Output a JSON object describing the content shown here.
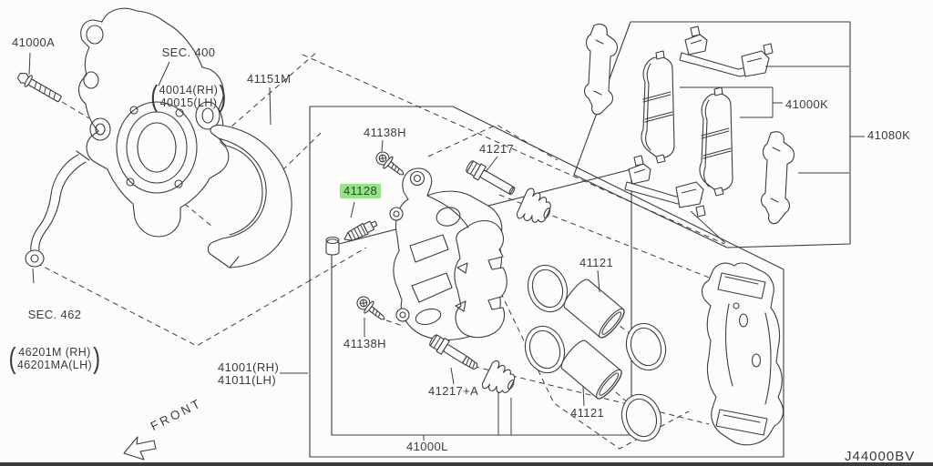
{
  "diagram": {
    "code": "J44000BV",
    "colors": {
      "line": "#3d3d3d",
      "background": "#fcfcfb",
      "highlight": "#8de87d"
    }
  },
  "labels": {
    "bolt": {
      "text": "41000A"
    },
    "sec400": {
      "title": "SEC. 400",
      "rh": "40014(RH)",
      "lh": "40015(LH)",
      "paren_open": "(",
      "paren_close": ")"
    },
    "shield": {
      "text": "41151M"
    },
    "sec462": {
      "title": "SEC. 462",
      "rh": "46201M (RH)",
      "lh": "46201MA(LH)",
      "paren_open": "(",
      "paren_close": ")"
    },
    "caliper_body": {
      "rh": "41001(RH)",
      "lh": "41011(LH)"
    },
    "screw_top": {
      "text": "41138H"
    },
    "screw_bottom": {
      "text": "41138H"
    },
    "bleeder": {
      "text": "41128",
      "highlighted": true
    },
    "pin_top": {
      "text": "41217"
    },
    "pin_bottom": {
      "text": "41217+A"
    },
    "piston_top": {
      "text": "41121"
    },
    "piston_bottom": {
      "text": "41121"
    },
    "caliper_kit": {
      "text": "41000L"
    },
    "pad_kit": {
      "text": "41000K"
    },
    "hardware_kit": {
      "text": "41080K"
    },
    "front": {
      "text": "FRONT"
    }
  }
}
